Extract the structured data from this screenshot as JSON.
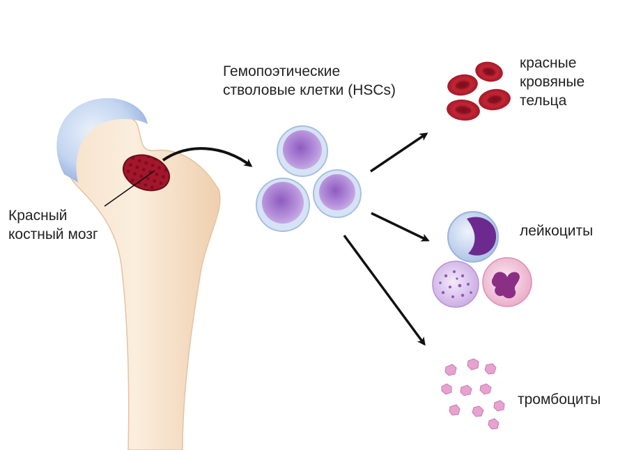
{
  "labels": {
    "marrow": "Красный\nкостный мозг",
    "hsc": "Гемопоэтические\nстволовые клетки (HSCs)",
    "rbc": "красные\nкровяные\nтельца",
    "wbc": "лейкоциты",
    "platelets": "тромбоциты"
  },
  "colors": {
    "bone": "#f3dcc2",
    "bone_edge": "#e2bfa0",
    "cartilage": "#b9cdec",
    "marrow": "#a3162b",
    "stem_cell": "#a97fcf",
    "red_cell": "#b81c2b",
    "platelet": "#e7a6d1",
    "arrow": "#111111"
  },
  "icons": [
    "femur-bone-icon",
    "stem-cell-icon",
    "red-blood-cell-icon",
    "white-blood-cell-icon",
    "platelet-icon"
  ]
}
